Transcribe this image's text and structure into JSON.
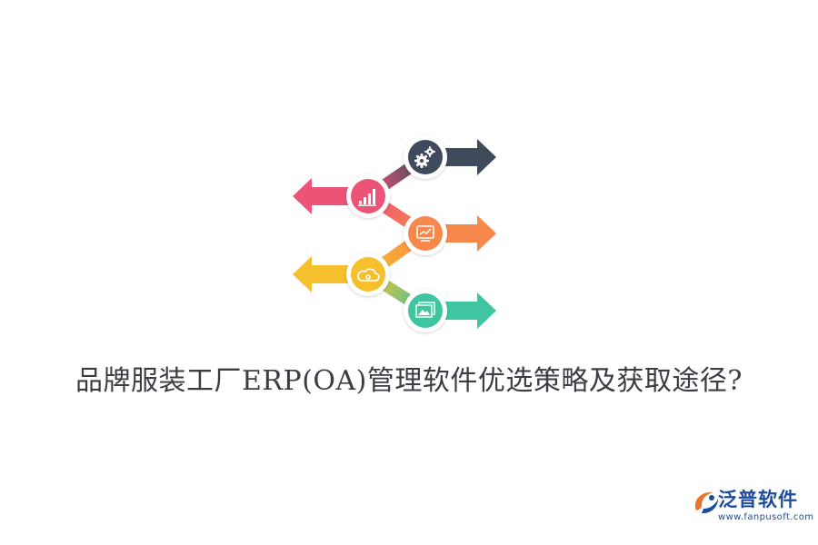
{
  "title": "品牌服装工厂ERP(OA)管理软件优选策略及获取途径?",
  "logo": {
    "name": "泛普软件",
    "url": "www.fanpusoft.com"
  },
  "steps": [
    {
      "icon": "gears-icon",
      "color": "#3f4a5c",
      "direction": "right"
    },
    {
      "icon": "bar-chart-icon",
      "color": "#ec5477",
      "direction": "left"
    },
    {
      "icon": "presentation-icon",
      "color": "#f7884b",
      "direction": "right"
    },
    {
      "icon": "cloud-icon",
      "color": "#f6bf2c",
      "direction": "left"
    },
    {
      "icon": "image-gallery-icon",
      "color": "#3fc6a0",
      "direction": "right"
    }
  ]
}
